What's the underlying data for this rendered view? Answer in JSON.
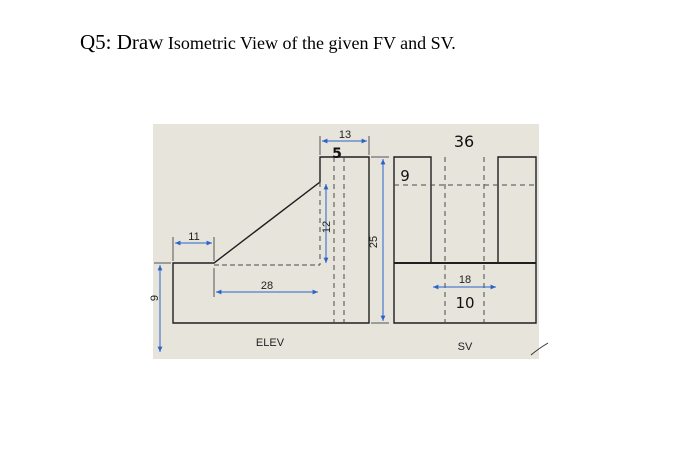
{
  "question": {
    "lead": "Q5: Draw",
    "rest": " Isometric View of the given FV and SV."
  },
  "front_view": {
    "caption": "ELEV",
    "dims": {
      "top_width": "13",
      "base_left_width": "11",
      "incline_span": "28",
      "slot_depth": "12",
      "total_height": "25",
      "base_height": "9"
    },
    "handwritten": {
      "slot_width": "5"
    }
  },
  "side_view": {
    "caption": "SV",
    "dims": {
      "slot_width": "18"
    },
    "handwritten": {
      "total_width": "36",
      "arm_width": "9",
      "slot_depth": "10"
    }
  },
  "colors": {
    "panel_bg": "#e7e4dc",
    "line": "#1f1f1f",
    "dimension": "#2a63c9",
    "hidden": "#4a4a4a"
  }
}
